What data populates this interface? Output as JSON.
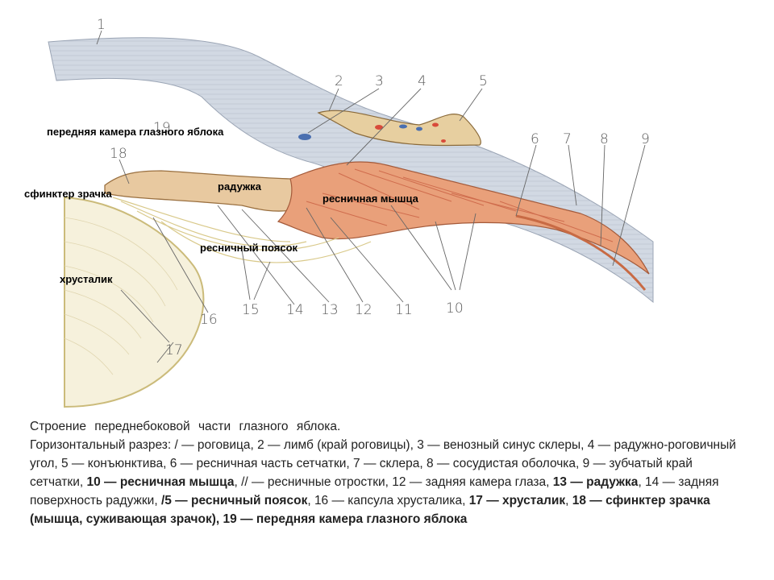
{
  "numbers": {
    "n1": "1",
    "n2": "2",
    "n3": "3",
    "n4": "4",
    "n5": "5",
    "n6": "6",
    "n7": "7",
    "n8": "8",
    "n9": "9",
    "n10": "10",
    "n11": "11",
    "n12": "12",
    "n13": "13",
    "n14": "14",
    "n15": "15",
    "n16": "16",
    "n17": "17",
    "n18": "18",
    "n19": "19"
  },
  "overlay_labels": {
    "anterior_chamber": "передняя камера глазного яблока",
    "pupil_sphincter": "сфинктер зрачка",
    "iris": "радужка",
    "ciliary_muscle": "ресничная мышца",
    "ciliary_zonule": "ресничный поясок",
    "lens": "хрусталик"
  },
  "caption": {
    "title": "Строение переднебоковой части глазного яблока.",
    "seg01": "Горизонтальный разрез: / — роговица, 2 — лимб (край роговицы), 3 — венозный синус склеры, 4 — радужно-роговичный угол, 5 — конъюнктива, 6 — ресничная часть сетчатки, 7 — склера, 8 — сосудистая оболочка, 9 — зубчатый край сетчатки, ",
    "seg02": "10 — ресничная мышца",
    "seg03": ", // — ресничные отростки, 12 — задняя камера глаза, ",
    "seg04": "13 — радужка",
    "seg05": ", 14 — задняя поверхность радужки, ",
    "seg06": "/5 — ресничный поясок",
    "seg07": ", 16 — капсула хрусталика, ",
    "seg08": "17 — хрусталик",
    "seg09": ", ",
    "seg10": "18 — сфинктер зрачка",
    "seg11": "  (мышца, суживающая зрачок), ",
    "seg12": " 19 — передняя камера глазного яблока"
  },
  "colors": {
    "cornea": "#cfd6e0",
    "sclera": "#d2d9e3",
    "iris": "#e8c9a0",
    "muscle": "#e9a07a",
    "lens_outline": "#d9c98a",
    "vessel_blue": "#4a6fb0",
    "vessel_red": "#d84a3a"
  }
}
